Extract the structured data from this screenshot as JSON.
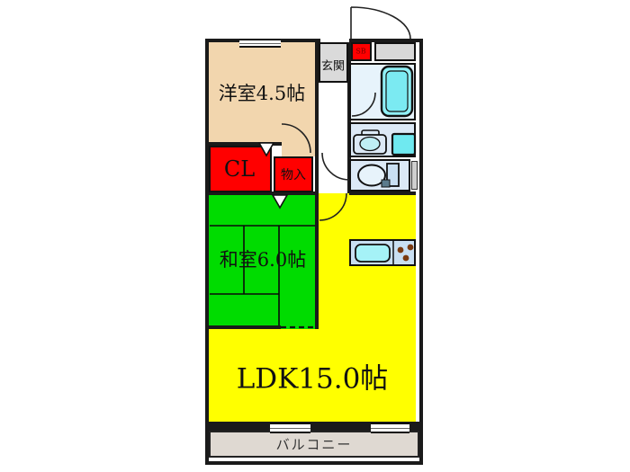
{
  "plan": {
    "rooms": {
      "western": {
        "label": "洋室4.5帖",
        "color": "#F2D6AE"
      },
      "entrance": {
        "label": "玄関",
        "color": "#DADADA"
      },
      "shoe_box": {
        "label": "SB",
        "color": "#FF0000"
      },
      "closet": {
        "label": "CL",
        "color": "#FF0000"
      },
      "storage": {
        "label": "物入",
        "color": "#FF0000"
      },
      "japanese": {
        "label": "和室6.0帖",
        "color": "#00DC00"
      },
      "ldk": {
        "label": "LDK15.0帖",
        "color": "#FFFF00"
      },
      "balcony": {
        "label": "バルコニー",
        "color": "#DFD9D2"
      },
      "bathroom": {
        "color": "#E7F3FB"
      },
      "washroom": {
        "color": "#DCE9F6"
      },
      "toilet_room": {
        "color": "#DCE9F6"
      }
    },
    "fixtures": {
      "bathtub_color": "#90F0F6",
      "washing_machine_color": "#6FE9F0",
      "kitchen_counter_color": "#C9DFF2",
      "kitchen_sink_color": "#A5F2F7",
      "burner_color": "#7A3A10"
    },
    "wall_color": "#1A1A1A"
  }
}
